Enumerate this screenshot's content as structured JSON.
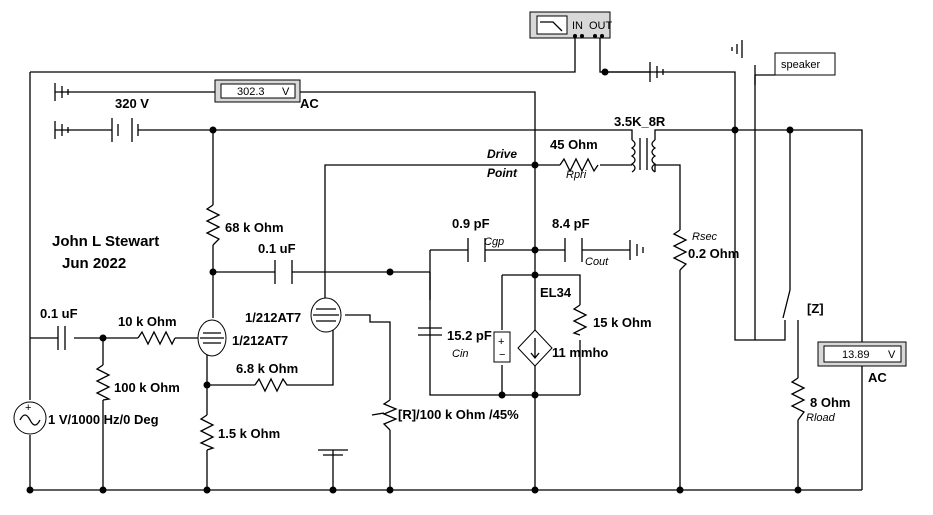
{
  "author": "John L Stewart",
  "date": "Jun 2022",
  "instruments": {
    "scope": {
      "in_label": "IN",
      "out_label": "OUT"
    },
    "voltmeter_top": {
      "reading": "302.3",
      "unit": "V",
      "mode": "AC"
    },
    "voltmeter_right": {
      "reading": "13.89",
      "unit": "V",
      "mode": "AC"
    },
    "speaker": "speaker",
    "switch_key": "[Z]"
  },
  "components": {
    "battery": "320 V",
    "source": "1 V/1000 Hz/0 Deg",
    "c_in": "0.1 uF",
    "r_grid": "10 k Ohm",
    "r_leak": "100 k Ohm",
    "tube1": "1/212AT7",
    "tube2": "1/212AT7",
    "r_plate": "68 k Ohm",
    "c_couple": "0.1 uF",
    "r_fb": "6.8 k Ohm",
    "r_cath": "1.5 k Ohm",
    "pot": "[R]/100 k Ohm /45%",
    "transformer": "3.5K_8R",
    "rpri_value": "45  Ohm",
    "rpri_name": "Rpri",
    "drive": "Drive",
    "point": "Point",
    "cgp_value": "0.9 pF",
    "cgp_name": "Cgp",
    "cout_value": "8.4 pF",
    "cout_name": "Cout",
    "rsec_name": "Rsec",
    "rsec_value": "0.2  Ohm",
    "pentode": "EL34",
    "r_out": "15 k Ohm",
    "cin_value": "15.2 pF",
    "cin_name": "Cin",
    "gm": "11 mmho",
    "rload_value": "8  Ohm",
    "rload_name": "Rload"
  }
}
